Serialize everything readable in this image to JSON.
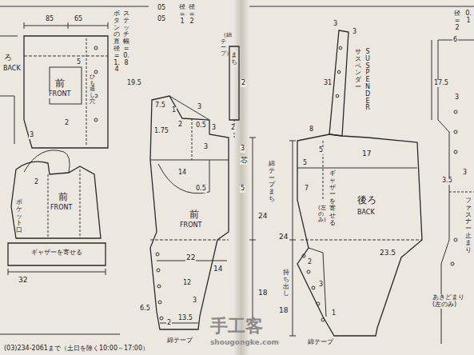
{
  "diagram": {
    "nodes": [
      {
        "text": [
          "前",
          "FRONT"
        ]
      },
      {
        "text": [
          "前",
          "FRONT"
        ]
      },
      {
        "text": [
          "ギャザーを寄せる"
        ]
      },
      {
        "text": [
          "前",
          "FRONT"
        ]
      },
      {
        "text": [
          "まち"
        ]
      },
      {
        "text": [
          "サスペンダー",
          "SUSPENDER"
        ]
      },
      {
        "text": [
          "後ろ",
          "BACK"
        ]
      }
    ],
    "labels": [
      "ろ",
      "BACK",
      "85",
      "65",
      "ボタンの直径=1.4",
      "ステッチ幅=0.8",
      "19.5",
      "ひも通し穴",
      "5",
      "2",
      "3",
      "05",
      "05",
      "径=1",
      "径=2",
      "7.5",
      "1",
      "3",
      "0.5",
      "1.75",
      "2",
      "3",
      "14",
      "3",
      "0.5",
      "22",
      "14",
      "12",
      "3",
      "6.5",
      "13.5",
      "2",
      "綿テープ",
      "（綿テープ）",
      "2",
      "2",
      "芯",
      "3",
      "5",
      "綿テープまち",
      "24",
      "18",
      "3",
      "3",
      "31",
      "8",
      "5",
      "5",
      "17",
      "7",
      "ギャザーを寄せる",
      "(左のみ)",
      "24",
      "23.5",
      "2",
      "持ち出し",
      "3",
      "18",
      "1",
      "綿テープ",
      "6",
      "17.5",
      "3",
      "3.5",
      "3",
      "ファスナー止まり",
      "あきどまり(左のみ)",
      "ポケット口",
      "32",
      "2",
      "(03)234-2061まで（土日を除く10:00～17:00）",
      "手工客",
      "shougongke.com",
      "径=2",
      "0.1"
    ]
  }
}
